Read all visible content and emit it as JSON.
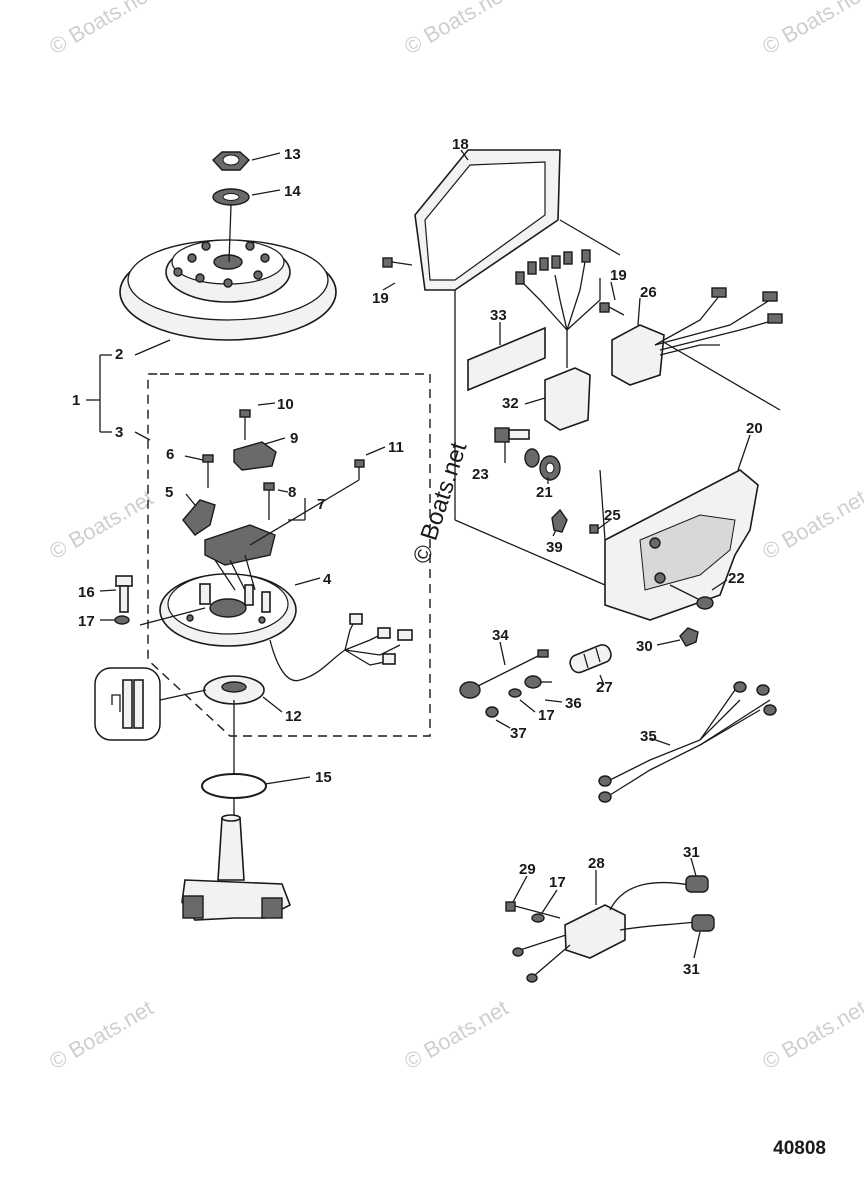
{
  "watermark": "© Boats.net",
  "figure_number": "40808",
  "labels": {
    "l1": "1",
    "l2": "2",
    "l3": "3",
    "l4": "4",
    "l5": "5",
    "l6": "6",
    "l7": "7",
    "l8": "8",
    "l9": "9",
    "l10": "10",
    "l11": "11",
    "l12": "12",
    "l13": "13",
    "l14": "14",
    "l15": "15",
    "l16": "16",
    "l17a": "17",
    "l17b": "17",
    "l17c": "17",
    "l18": "18",
    "l19a": "19",
    "l19b": "19",
    "l20": "20",
    "l21": "21",
    "l22": "22",
    "l23": "23",
    "l25": "25",
    "l26": "26",
    "l27": "27",
    "l28": "28",
    "l29": "29",
    "l30": "30",
    "l31a": "31",
    "l31b": "31",
    "l32": "32",
    "l33": "33",
    "l34": "34",
    "l35": "35",
    "l36": "36",
    "l37": "37",
    "l39": "39"
  }
}
